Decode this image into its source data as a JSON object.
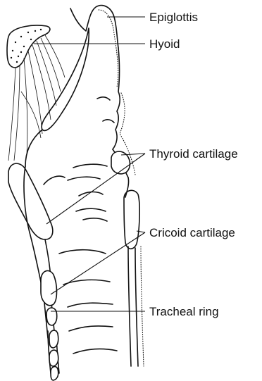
{
  "labels": {
    "epiglottis": "Epiglottis",
    "hyoid": "Hyoid",
    "thyroid": "Thyroid cartilage",
    "cricoid": "Cricoid cartilage",
    "tracheal": "Tracheal ring"
  },
  "colors": {
    "ink": "#111111",
    "paper": "#ffffff"
  }
}
